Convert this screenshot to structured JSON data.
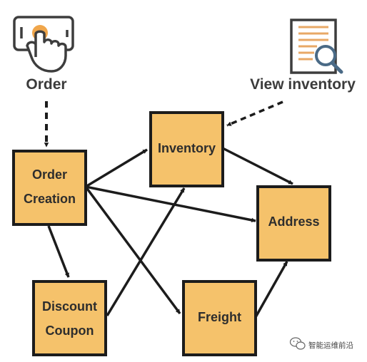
{
  "colors": {
    "node_fill": "#f5c26b",
    "node_border": "#1c1c1c",
    "edge": "#1c1c1c",
    "actor_text": "#3b3b3b",
    "icon_stroke": "#3d3d3d",
    "icon_accent": "#f0a64b",
    "icon_lines": "#e8a866",
    "magnifier": "#4a6a86"
  },
  "actors": {
    "order": {
      "label": "Order",
      "icon": "hand-tapping-phone-icon"
    },
    "view_inventory": {
      "label": "View inventory",
      "icon": "document-magnifier-icon"
    }
  },
  "nodes": [
    {
      "id": "order_creation",
      "lines": [
        "Order",
        "Creation"
      ]
    },
    {
      "id": "inventory",
      "lines": [
        "Inventory"
      ]
    },
    {
      "id": "address",
      "lines": [
        "Address"
      ]
    },
    {
      "id": "discount_coupon",
      "lines": [
        "Discount",
        "Coupon"
      ]
    },
    {
      "id": "freight",
      "lines": [
        "Freight"
      ]
    }
  ],
  "edges": [
    {
      "from": "order_actor",
      "to": "order_creation",
      "style": "dashed"
    },
    {
      "from": "view_inventory_actor",
      "to": "inventory",
      "style": "dashed"
    },
    {
      "from": "order_creation",
      "to": "inventory",
      "style": "solid"
    },
    {
      "from": "order_creation",
      "to": "address",
      "style": "solid"
    },
    {
      "from": "order_creation",
      "to": "discount_coupon",
      "style": "solid"
    },
    {
      "from": "order_creation",
      "to": "freight",
      "style": "solid"
    },
    {
      "from": "inventory",
      "to": "address",
      "style": "solid"
    },
    {
      "from": "discount_coupon",
      "to": "inventory",
      "style": "solid"
    },
    {
      "from": "freight",
      "to": "address",
      "style": "solid"
    }
  ],
  "watermark": {
    "text": "智能运维前沿",
    "icon": "wechat-icon"
  }
}
